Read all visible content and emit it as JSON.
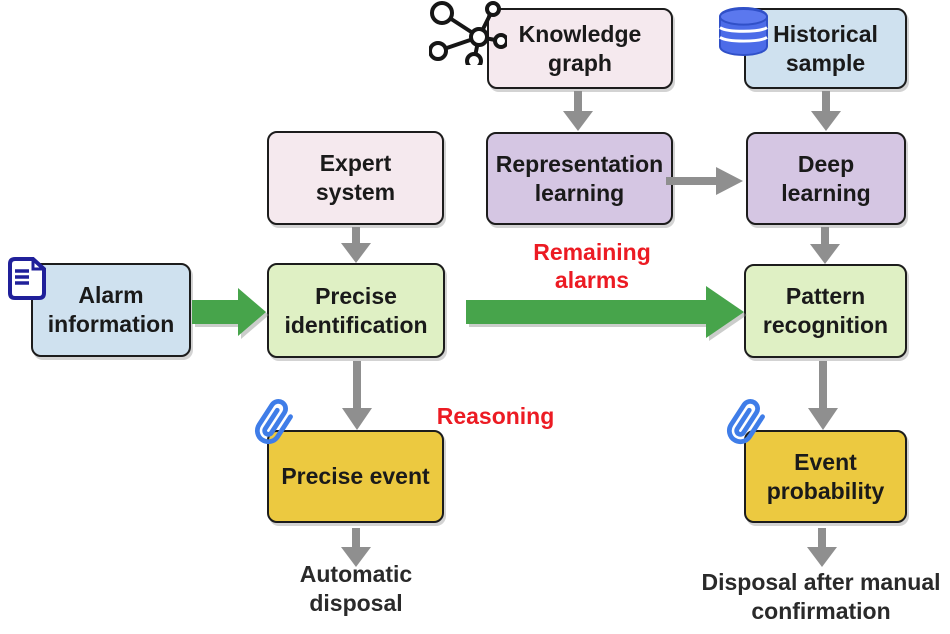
{
  "diagram": {
    "boxes": {
      "knowledge_graph": {
        "label": "Knowledge graph",
        "color": "#f5e9ee"
      },
      "historical_sample": {
        "label": "Historical sample",
        "color": "#cfe1ef"
      },
      "expert_system": {
        "label": "Expert system",
        "color": "#f5e9ee"
      },
      "representation_learning": {
        "label": "Representation learning",
        "color": "#d5c6e3"
      },
      "deep_learning": {
        "label": "Deep learning",
        "color": "#d5c6e3"
      },
      "alarm_information": {
        "label": "Alarm information",
        "color": "#cfe1ef"
      },
      "precise_identification": {
        "label": "Precise identification",
        "color": "#dff0c4"
      },
      "pattern_recognition": {
        "label": "Pattern recognition",
        "color": "#dff0c4"
      },
      "precise_event": {
        "label": "Precise event",
        "color": "#ecc940"
      },
      "event_probability": {
        "label": "Event probability",
        "color": "#ecc940"
      }
    },
    "annotations": {
      "remaining_alarms": "Remaining alarms",
      "reasoning": "Reasoning"
    },
    "outputs": {
      "automatic_disposal": "Automatic disposal",
      "manual_confirmation": "Disposal after manual confirmation"
    },
    "icons": {
      "knowledge_graph_icon": "network-graph-icon",
      "historical_sample_icon": "database-icon",
      "alarm_information_icon": "document-icon",
      "precise_event_icon": "paperclip-icon",
      "event_probability_icon": "paperclip-icon"
    },
    "colors": {
      "green_arrow": "#47a44b",
      "gray_arrow": "#8f8f8f",
      "red_text": "#ec1b23",
      "box_border": "#1c1c1c",
      "database_icon_blue": "#4c6ce8",
      "document_icon_navy": "#20209a",
      "paperclip_blue": "#3f7de8"
    }
  }
}
